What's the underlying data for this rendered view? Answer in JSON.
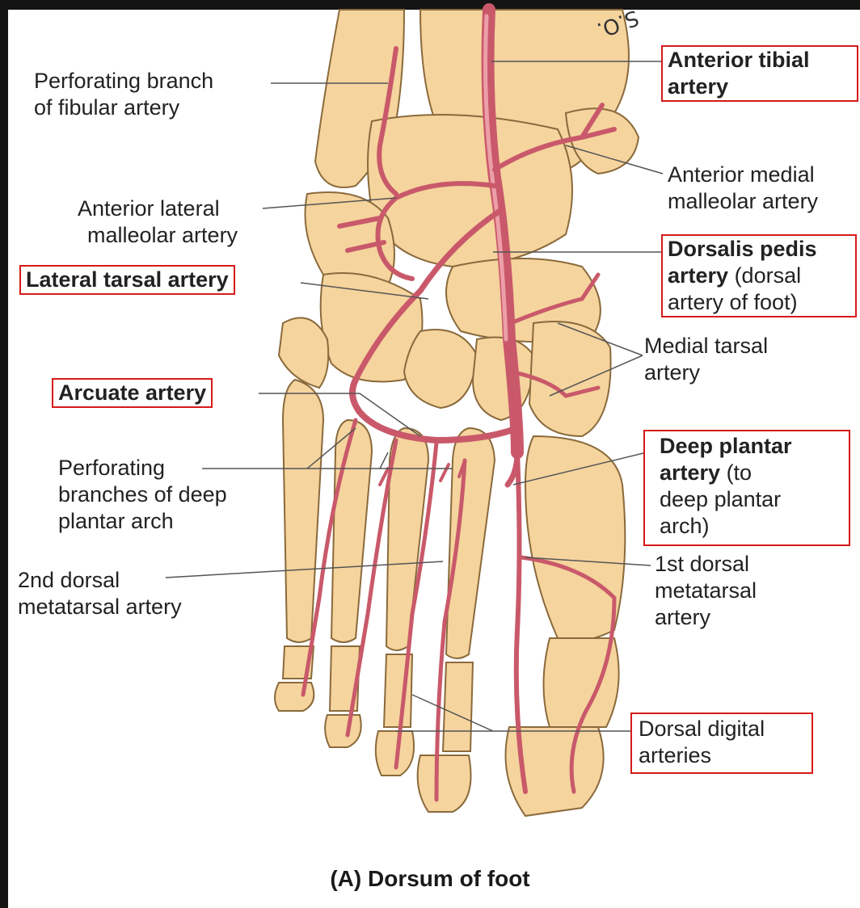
{
  "caption": "(A) Dorsum of foot",
  "signature": "S.O.",
  "colors": {
    "bone": "#f5d49e",
    "bone_outline": "#8a6a3c",
    "artery": "#c9596a",
    "artery_light": "#ec9fa8",
    "leader": "#555555",
    "box": "#d61a1a"
  },
  "labels": {
    "perforating_fibular": {
      "l1": "Perforating branch",
      "l2": "of fibular artery"
    },
    "anterior_tibial": {
      "l1": "Anterior tibial",
      "l2": "artery"
    },
    "anterior_medial_malleolar": {
      "l1": "Anterior medial",
      "l2": "malleolar artery"
    },
    "anterior_lateral_malleolar": {
      "l1": "Anterior lateral",
      "l2": "malleolar artery"
    },
    "dorsalis_pedis": {
      "l1": "Dorsalis pedis",
      "l2_bold": "artery",
      "l2_rest": " (dorsal",
      "l3": "artery of foot)"
    },
    "lateral_tarsal": {
      "l1": "Lateral tarsal artery"
    },
    "medial_tarsal": {
      "l1": "Medial tarsal",
      "l2": "artery"
    },
    "arcuate": {
      "l1": "Arcuate artery"
    },
    "deep_plantar": {
      "l1": "Deep plantar",
      "l2_bold": "artery",
      "l2_rest": " (to",
      "l3": "deep plantar",
      "l4": "arch)"
    },
    "perforating_deep_plantar": {
      "l1": "Perforating",
      "l2": "branches of deep",
      "l3": "plantar arch"
    },
    "second_dorsal_metatarsal": {
      "l1": "2nd dorsal",
      "l2": "metatarsal artery"
    },
    "first_dorsal_metatarsal": {
      "l1": "1st dorsal",
      "l2": "metatarsal",
      "l3": "artery"
    },
    "dorsal_digital": {
      "l1": "Dorsal digital",
      "l2": "arteries"
    }
  }
}
